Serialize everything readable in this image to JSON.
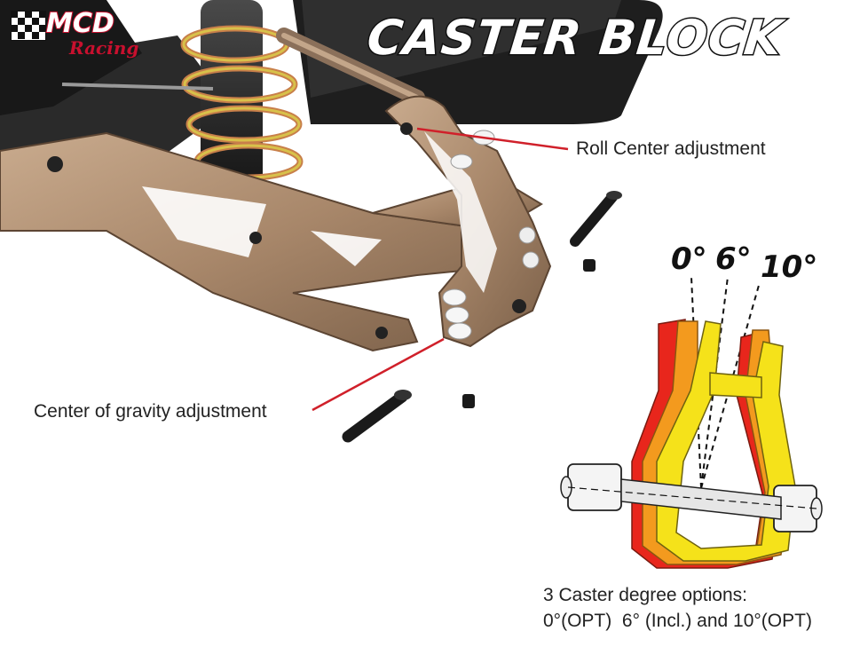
{
  "logo": {
    "brand": "MCD",
    "sub": "Racing"
  },
  "title": "CASTER BLOCK",
  "callouts": {
    "roll_center": "Roll Center adjustment",
    "center_of_gravity": "Center of gravity adjustment"
  },
  "angles": {
    "a0": "0°",
    "a6": "6°",
    "a10": "10°"
  },
  "caption": {
    "line1": "3 Caster degree options:",
    "line2": "0°(OPT)  6° (Incl.) and 10°(OPT)"
  },
  "colors": {
    "anodized_bronze": "#a8876a",
    "leader_line": "#d0202a",
    "caster_0": "#e8261c",
    "caster_6": "#f39a1e",
    "caster_10": "#f5e21a"
  }
}
